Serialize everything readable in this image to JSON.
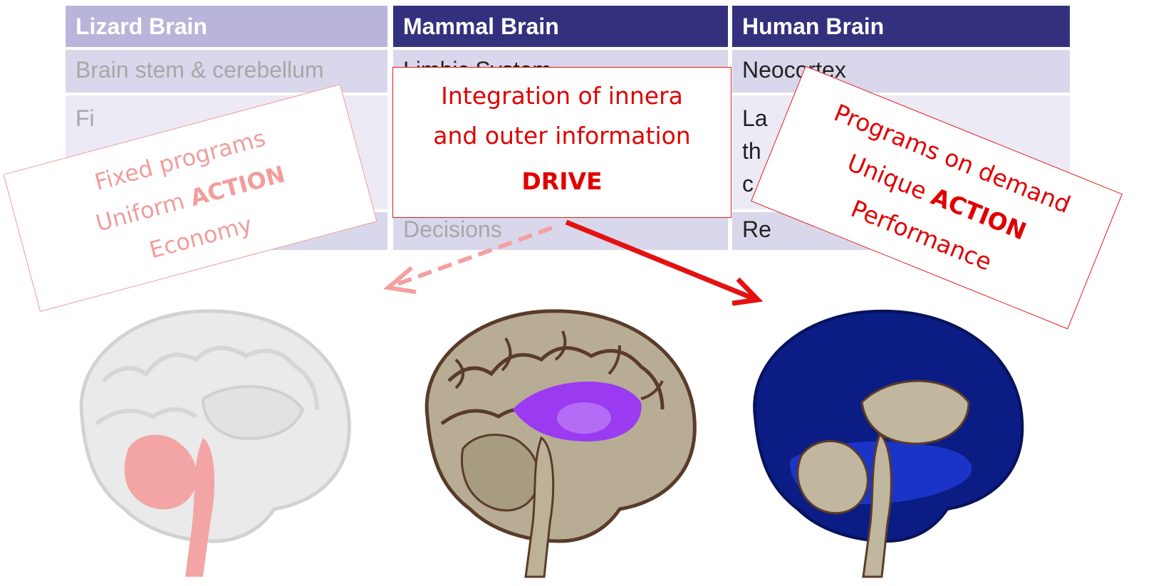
{
  "table": {
    "headers": [
      "Lizard Brain",
      "Mammal Brain",
      "Human Brain"
    ],
    "row1": {
      "lizard": "Brain stem & cerebellum",
      "mammal": "Limbic System",
      "human": "Neocortex"
    },
    "row2": {
      "lizard": "Fi",
      "human_l1": "La",
      "human_l2": "th",
      "human_l3": "c"
    },
    "row3": {
      "mammal": "Decisions",
      "human": "Re"
    }
  },
  "boxes": {
    "lizard": {
      "line1": "Fixed programs",
      "line2_pre": "Uniform ",
      "line2_bold": "ACTION",
      "line3": "Economy"
    },
    "mammal": {
      "line1": "Integration of innera",
      "line2": "and outer information",
      "line3": "DRIVE"
    },
    "human": {
      "line1": "Programs on demand",
      "line2_pre": "Unique ",
      "line2_bold": "ACTION",
      "line3": "Performance"
    }
  },
  "colors": {
    "header_bg": "#33317e",
    "lizard_header_bg": "#b9b5da",
    "pink": "#f39c9c",
    "red": "#e00000",
    "limbic": "#9a3bf2",
    "neocortex": "#0b1c84",
    "brain_tan": "#c1b69e"
  },
  "icons": [
    "lizard-brain-image",
    "mammal-brain-image",
    "human-brain-image",
    "solid-arrow",
    "dashed-arrow"
  ]
}
